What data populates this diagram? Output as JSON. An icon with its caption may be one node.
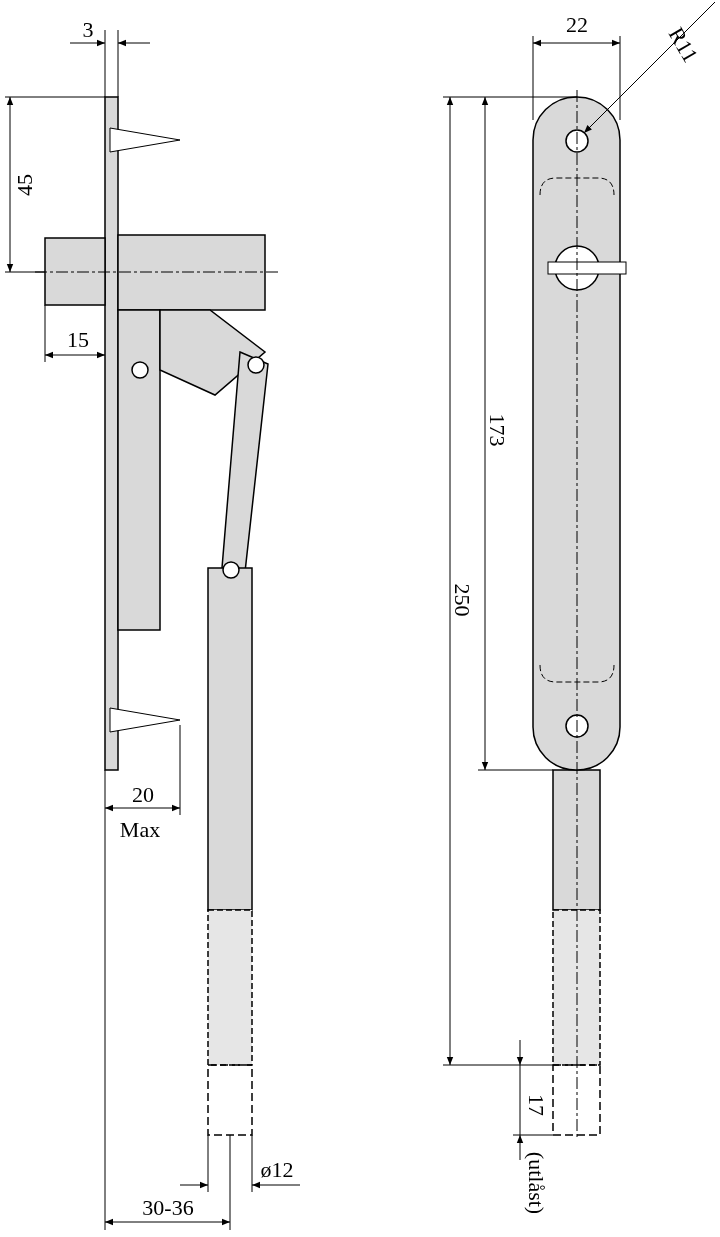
{
  "diagram": {
    "labels": [
      "3",
      "45",
      "15",
      "20",
      "Max",
      "30-36",
      "ø12",
      "22",
      "R11",
      "173",
      "250",
      "17",
      "(utlåst)"
    ]
  }
}
